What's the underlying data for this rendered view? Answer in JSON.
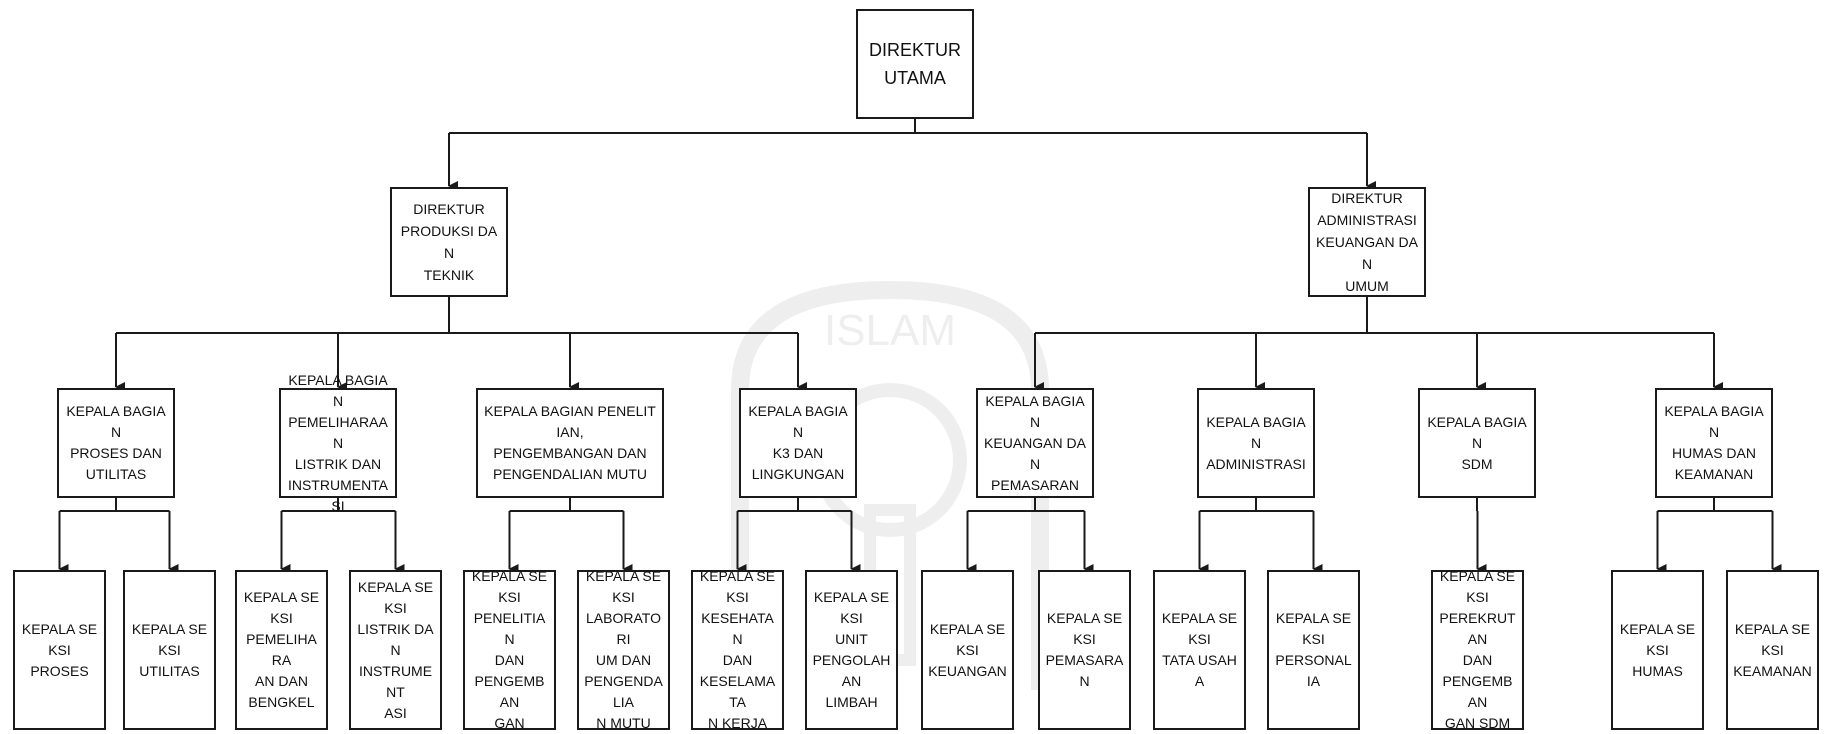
{
  "root": {
    "label": "DIREKTUR\nUTAMA"
  },
  "directors": [
    {
      "id": "prod",
      "label": "DIREKTUR\nPRODUKSI DAN\nTEKNIK"
    },
    {
      "id": "adm",
      "label": "DIREKTUR\nADMINISTRASI\nKEUANGAN DAN\nUMUM"
    }
  ],
  "departments": [
    {
      "id": "b1",
      "parent": "prod",
      "label": "KEPALA BAGIAN\nPROSES DAN\nUTILITAS"
    },
    {
      "id": "b2",
      "parent": "prod",
      "label": "KEPALA BAGIAN\nPEMELIHARAAN\nLISTRIK DAN\nINSTRUMENTASI"
    },
    {
      "id": "b3",
      "parent": "prod",
      "label": "KEPALA BAGIAN PENELITIAN,\nPENGEMBANGAN DAN\nPENGENDALIAN MUTU"
    },
    {
      "id": "b4",
      "parent": "prod",
      "label": "KEPALA BAGIAN\nK3 DAN\nLINGKUNGAN"
    },
    {
      "id": "b5",
      "parent": "adm",
      "label": "KEPALA BAGIAN\nKEUANGAN DAN\nPEMASARAN"
    },
    {
      "id": "b6",
      "parent": "adm",
      "label": "KEPALA BAGIAN\nADMINISTRASI"
    },
    {
      "id": "b7",
      "parent": "adm",
      "label": "KEPALA BAGIAN\nSDM"
    },
    {
      "id": "b8",
      "parent": "adm",
      "label": "KEPALA BAGIAN\nHUMAS DAN\nKEAMANAN"
    }
  ],
  "sections": [
    {
      "id": "s1",
      "parent": "b1",
      "label": "KEPALA SEKSI\nPROSES"
    },
    {
      "id": "s2",
      "parent": "b1",
      "label": "KEPALA SEKSI\nUTILITAS"
    },
    {
      "id": "s3",
      "parent": "b2",
      "label": "KEPALA SEKSI\nPEMELIHARA\nAN DAN\nBENGKEL"
    },
    {
      "id": "s4",
      "parent": "b2",
      "label": "KEPALA SEKSI\nLISTRIK DAN\nINSTRUMENT\nASI"
    },
    {
      "id": "s5",
      "parent": "b3",
      "label": "KEPALA SEKSI\nPENELITIAN\nDAN\nPENGEMBAN\nGAN"
    },
    {
      "id": "s6",
      "parent": "b3",
      "label": "KEPALA SEKSI\nLABORATORI\nUM DAN\nPENGENDALIA\nN MUTU"
    },
    {
      "id": "s7",
      "parent": "b4",
      "label": "KEPALA SEKSI\nKESEHATAN\nDAN\nKESELAMATA\nN KERJA"
    },
    {
      "id": "s8",
      "parent": "b4",
      "label": "KEPALA SEKSI\nUNIT\nPENGOLAHAN\nLIMBAH"
    },
    {
      "id": "s9",
      "parent": "b5",
      "label": "KEPALA SEKSI\nKEUANGAN"
    },
    {
      "id": "s10",
      "parent": "b5",
      "label": "KEPALA SEKSI\nPEMASARAN"
    },
    {
      "id": "s11",
      "parent": "b6",
      "label": "KEPALA SEKSI\nTATA USAHA"
    },
    {
      "id": "s12",
      "parent": "b6",
      "label": "KEPALA SEKSI\nPERSONALIA"
    },
    {
      "id": "s13",
      "parent": "b7",
      "label": "KEPALA SEKSI\nPEREKRUTAN\nDAN\nPENGEMBAN\nGAN SDM"
    },
    {
      "id": "s14",
      "parent": "b8",
      "label": "KEPALA SEKSI\nHUMAS"
    },
    {
      "id": "s15",
      "parent": "b8",
      "label": "KEPALA SEKSI\nKEAMANAN"
    }
  ],
  "watermark": {
    "text": "ISLAM",
    "color": "#9a9a9a"
  },
  "colors": {
    "line": "#1a1a1a",
    "box_border": "#1a1a1a",
    "background": "#ffffff"
  }
}
